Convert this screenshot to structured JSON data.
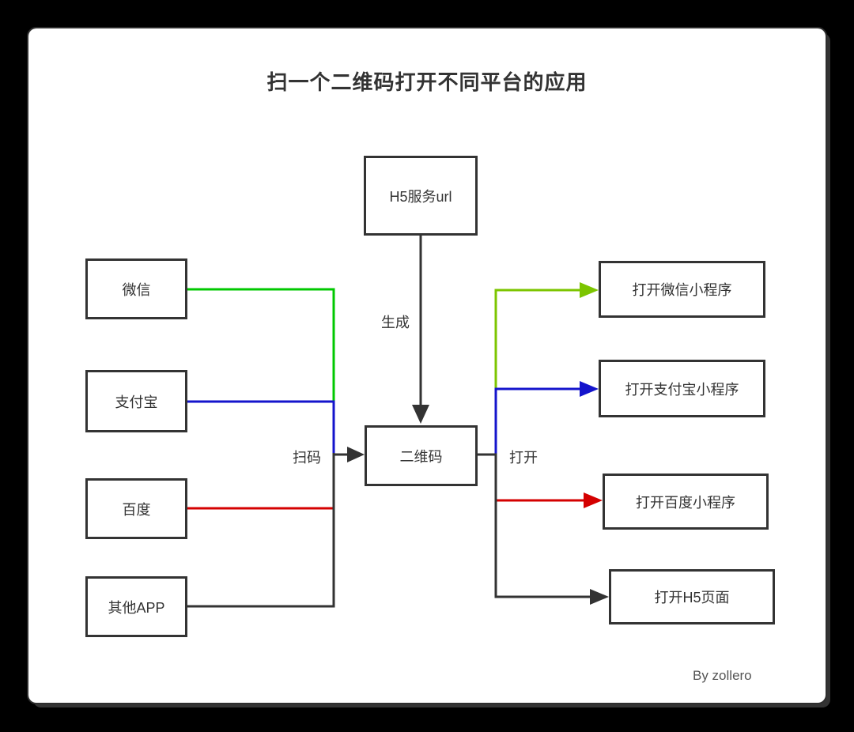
{
  "title": "扫一个二维码打开不同平台的应用",
  "credit": "By zollero",
  "colors": {
    "ink": "#333333",
    "green": "#00c800",
    "lime": "#7cc500",
    "blue": "#1414cc",
    "red": "#d40000"
  },
  "nodes": {
    "h5_url": {
      "label": "H5服务url"
    },
    "wechat": {
      "label": "微信"
    },
    "alipay": {
      "label": "支付宝"
    },
    "baidu": {
      "label": "百度"
    },
    "other_app": {
      "label": "其他APP"
    },
    "qrcode": {
      "label": "二维码"
    },
    "open_wechat": {
      "label": "打开微信小程序"
    },
    "open_alipay": {
      "label": "打开支付宝小程序"
    },
    "open_baidu": {
      "label": "打开百度小程序"
    },
    "open_h5": {
      "label": "打开H5页面"
    }
  },
  "edge_labels": {
    "generate": "生成",
    "scan": "扫码",
    "open": "打开"
  }
}
